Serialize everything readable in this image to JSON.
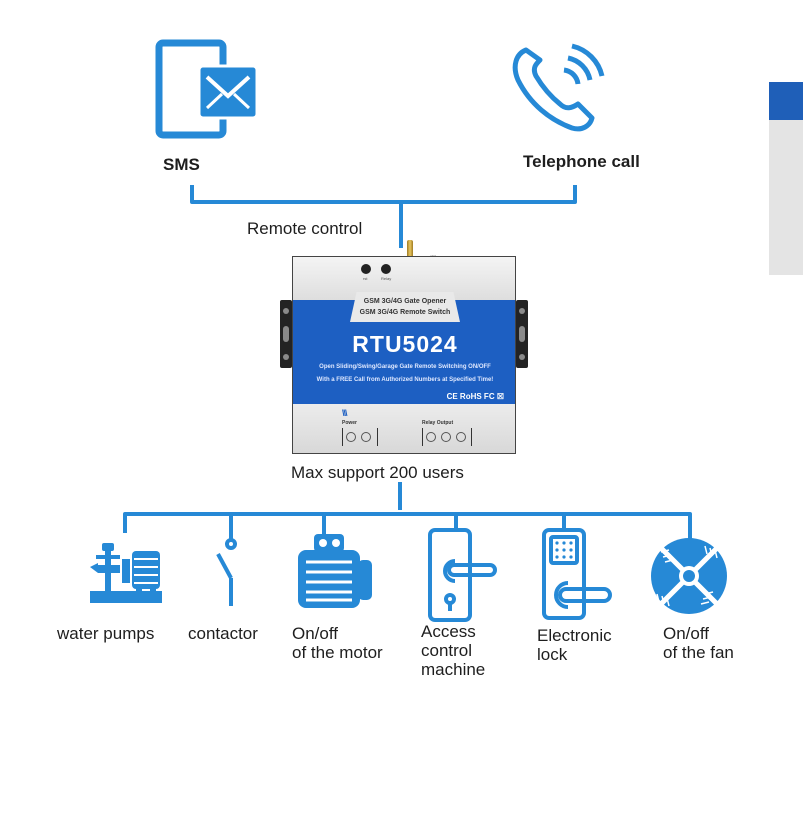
{
  "colors": {
    "accent_blue": "#2689d6",
    "device_blue": "#1d5fc2",
    "text": "#1e1e1e",
    "side_panel_blue": "#1f5fb8",
    "side_panel_gray": "#e4e4e4"
  },
  "top_nodes": [
    {
      "id": "sms",
      "label": "SMS",
      "icon": "sms-envelope-icon"
    },
    {
      "id": "telephone",
      "label": "Telephone call",
      "icon": "phone-ringing-icon"
    }
  ],
  "connector_label": "Remote control",
  "device": {
    "tab_line_1": "GSM 3G/4G Gate Opener",
    "tab_line_2": "GSM 3G/4G Remote Switch",
    "model": "RTU5024",
    "desc_line_1": "Open Sliding/Swing/Garage Gate    Remote Switching ON/OFF",
    "desc_line_2": "With a FREE Call from Authorized Numbers at Specified Time!",
    "certifications": "CE RoHS FC ☒",
    "knob_labels": [
      "rst",
      "Relay"
    ],
    "antenna_label": "ANT",
    "power_label": "Power",
    "relay_label": "Relay Output"
  },
  "capacity_label": "Max support 200 users",
  "outputs": [
    {
      "id": "water-pumps",
      "lines": [
        "water pumps"
      ],
      "icon": "water-pump-icon"
    },
    {
      "id": "contactor",
      "lines": [
        "contactor"
      ],
      "icon": "contactor-switch-icon"
    },
    {
      "id": "motor",
      "lines": [
        "On/off",
        "of the motor"
      ],
      "icon": "motor-icon"
    },
    {
      "id": "access-control",
      "lines": [
        "Access",
        "control",
        "machine"
      ],
      "icon": "door-handle-icon"
    },
    {
      "id": "electronic-lock",
      "lines": [
        "Electronic",
        "lock"
      ],
      "icon": "keypad-lock-icon"
    },
    {
      "id": "fan",
      "lines": [
        "On/off",
        "of the fan"
      ],
      "icon": "fan-icon"
    }
  ]
}
